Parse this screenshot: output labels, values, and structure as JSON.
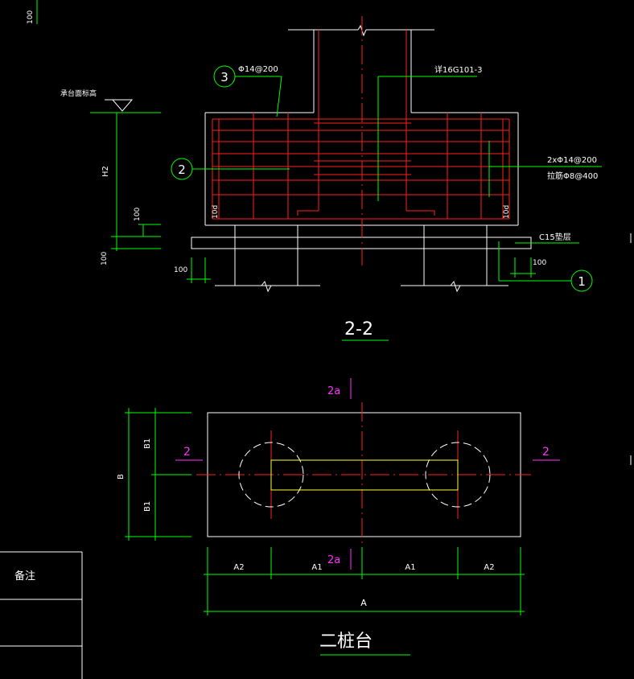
{
  "section": {
    "title": "2-2",
    "rebar_top": "Φ14@200",
    "rebar_top_marker": "3",
    "rebar_mid_marker": "2",
    "rebar_bottom_marker": "1",
    "ref_standard": "详16G101-3",
    "side_rebar_1": "2xΦ14@200",
    "side_rebar_2": "拉筋Φ8@400",
    "cushion": "C15垫层",
    "elevation_label": "承台面标高",
    "dim_h2": "H2",
    "dim_100_a": "100",
    "dim_100_b": "100",
    "dim_100_c": "100",
    "dim_100_d": "100",
    "dim_10d_left": "10d",
    "dim_10d_right": "10d",
    "corner_dim": "100"
  },
  "plan": {
    "title": "二桩台",
    "section_mark_top": "2a",
    "section_mark_bottom": "2a",
    "section_mark_left": "2",
    "section_mark_right": "2",
    "dim_b": "B",
    "dim_b1_top": "B1",
    "dim_b1_bottom": "B1",
    "dim_a": "A",
    "dim_a2_left": "A2",
    "dim_a1_left": "A1",
    "dim_a1_right": "A1",
    "dim_a2_right": "A2"
  },
  "table": {
    "header": "备注"
  },
  "colors": {
    "concrete": "#ffffff",
    "rebar": "#ff2020",
    "dimension": "#00ff00",
    "section_mark": "#ff33ff",
    "centerline": "#ff2020",
    "beam": "#ffff33"
  }
}
